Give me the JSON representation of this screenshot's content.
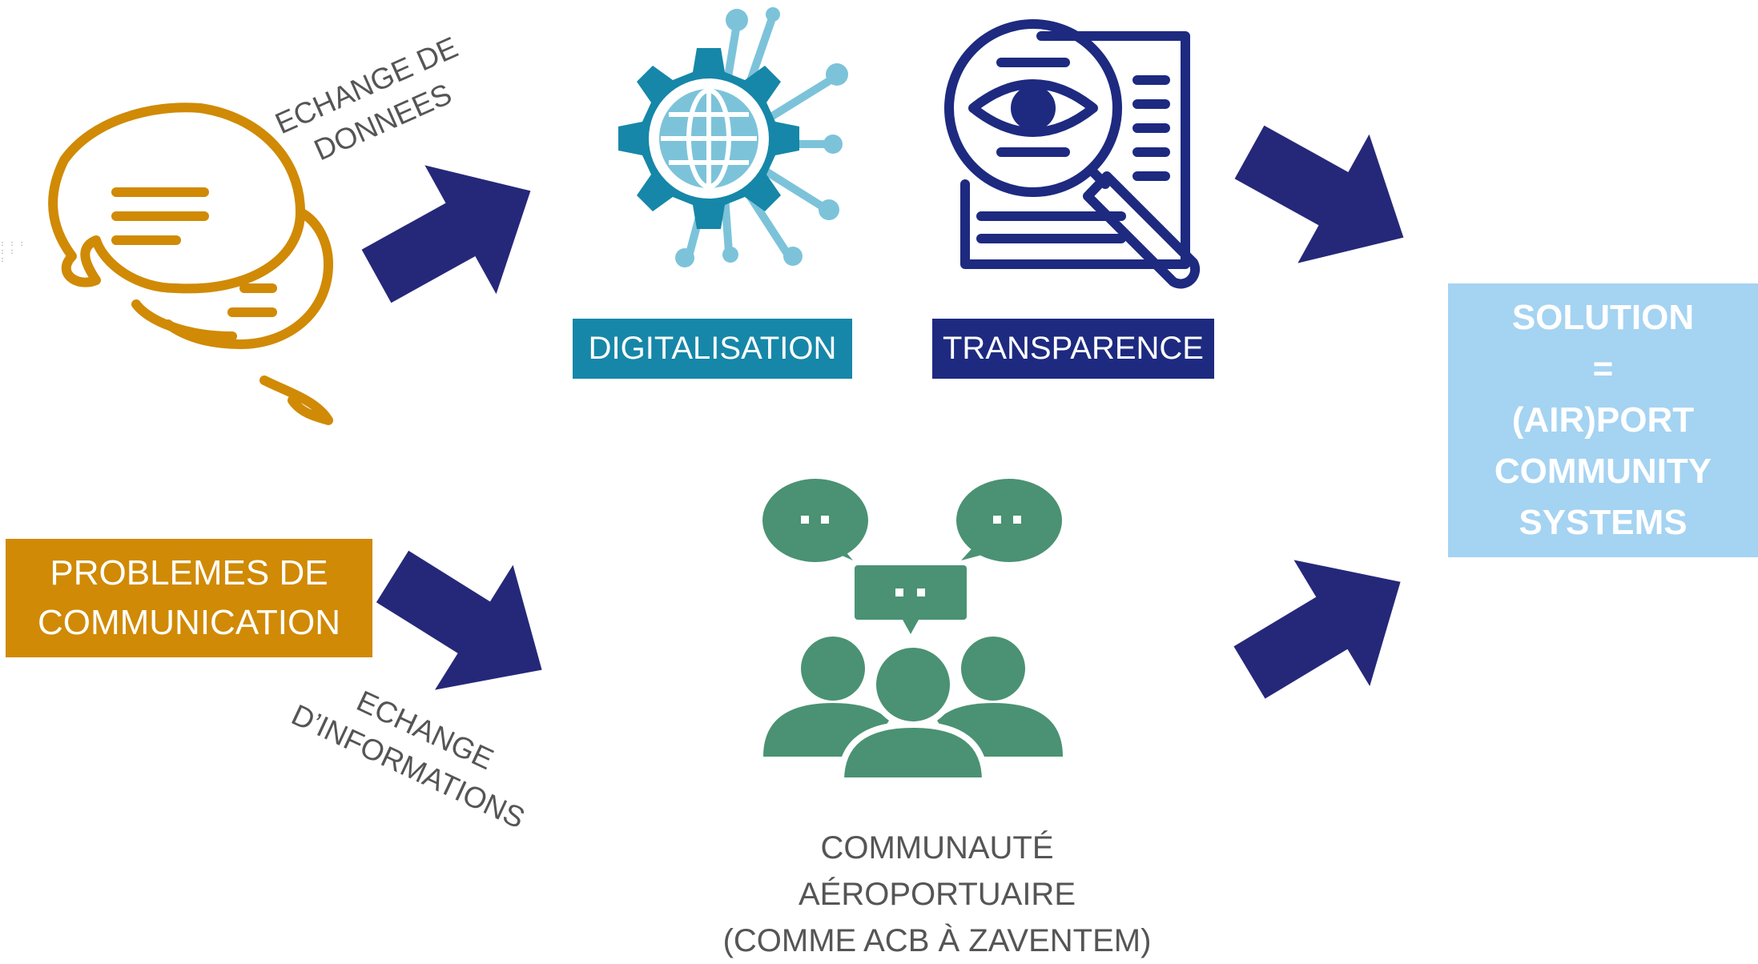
{
  "colors": {
    "problems": "#d08a05",
    "digital": "#1687a8",
    "digital_light": "#7cc3da",
    "transparency": "#1d2a80",
    "community": "#4a9273",
    "solution": "#a5d3f2",
    "arrow": "#252879",
    "label_text": "#555555"
  },
  "nodes": {
    "problems": {
      "icon": "speech-bubbles-icon",
      "line1": "PROBLEMES DE",
      "line2": "COMMUNICATION"
    },
    "digitalisation": {
      "icon": "gear-globe-network-icon",
      "label": "DIGITALISATION"
    },
    "transparence": {
      "icon": "magnifier-eye-document-icon",
      "label": "TRANSPARENCE"
    },
    "community": {
      "icon": "people-chat-icon",
      "line1": "COMMUNAUTÉ",
      "line2": "AÉROPORTUAIRE",
      "line3": "(COMME ACB À ZAVENTEM)"
    },
    "solution": {
      "line1": "SOLUTION",
      "line2": "=",
      "line3": "(AIR)PORT",
      "line4": "COMMUNITY",
      "line5": "SYSTEMS"
    }
  },
  "edges": {
    "data_exchange": {
      "line1": "ECHANGE DE",
      "line2": "DONNEES"
    },
    "info_exchange": {
      "line1": "ECHANGE",
      "line2": "D’INFORMATIONS"
    }
  }
}
